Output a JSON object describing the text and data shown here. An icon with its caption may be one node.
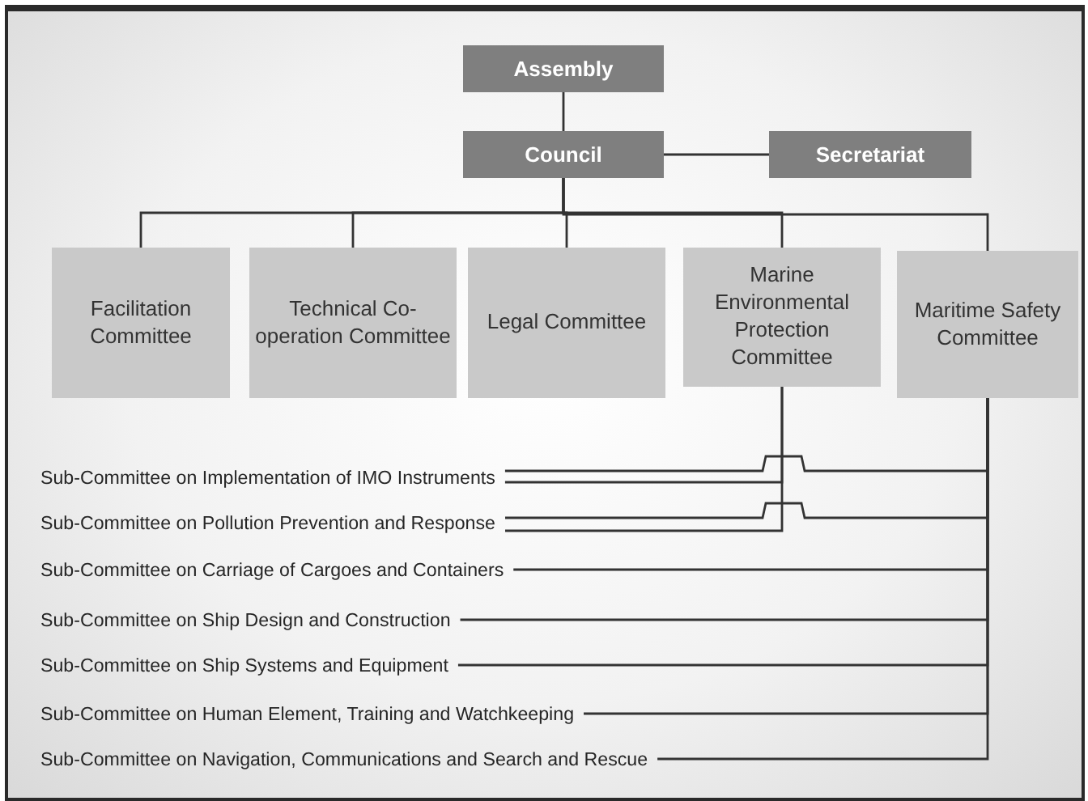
{
  "diagram": {
    "nodes": [
      {
        "text": [
          "Assembly"
        ]
      },
      {
        "text": [
          "Council"
        ]
      },
      {
        "text": [
          "Secretariat"
        ]
      },
      {
        "text": [
          "Facilitation Committee"
        ]
      },
      {
        "text": [
          "Technical Co-operation Committee"
        ]
      },
      {
        "text": [
          "Legal Committee"
        ]
      },
      {
        "text": [
          "Marine Environmental Protection Committee"
        ]
      },
      {
        "text": [
          "Maritime Safety Committee"
        ]
      },
      {
        "text": [
          "Sub-Committee on Implementation of IMO Instruments"
        ]
      },
      {
        "text": [
          "Sub-Committee on Pollution Prevention and Response"
        ]
      },
      {
        "text": [
          "Sub-Committee on Carriage of Cargoes and Containers"
        ]
      },
      {
        "text": [
          "Sub-Committee on Ship Design and Construction"
        ]
      },
      {
        "text": [
          "Sub-Committee on Ship Systems and Equipment"
        ]
      },
      {
        "text": [
          "Sub-Committee on Human Element, Training and Watchkeeping"
        ]
      },
      {
        "text": [
          "Sub-Committee on Navigation, Communications and Search and Rescue"
        ]
      }
    ],
    "edges": [
      {
        "from": 0,
        "to": 1,
        "arrow": "none"
      },
      {
        "from": 1,
        "to": 2,
        "arrow": "none"
      },
      {
        "from": 1,
        "to": 3,
        "arrow": "none"
      },
      {
        "from": 1,
        "to": 4,
        "arrow": "none"
      },
      {
        "from": 1,
        "to": 5,
        "arrow": "none"
      },
      {
        "from": 1,
        "to": 6,
        "arrow": "none"
      },
      {
        "from": 1,
        "to": 7,
        "arrow": "none"
      },
      {
        "from": 8,
        "to": 7,
        "arrow": "none"
      },
      {
        "from": 8,
        "to": 6,
        "arrow": "none"
      },
      {
        "from": 9,
        "to": 7,
        "arrow": "none"
      },
      {
        "from": 9,
        "to": 6,
        "arrow": "none"
      },
      {
        "from": 10,
        "to": 7,
        "arrow": "none"
      },
      {
        "from": 11,
        "to": 7,
        "arrow": "none"
      },
      {
        "from": 12,
        "to": 7,
        "arrow": "none"
      },
      {
        "from": 13,
        "to": 7,
        "arrow": "none"
      },
      {
        "from": 14,
        "to": 7,
        "arrow": "none"
      }
    ]
  }
}
